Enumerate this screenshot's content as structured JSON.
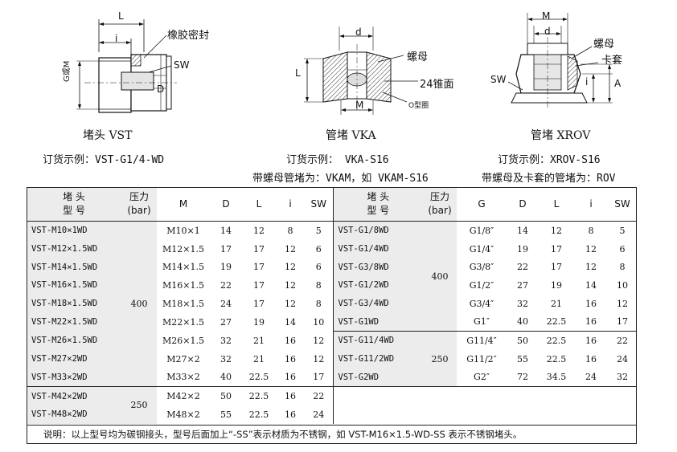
{
  "figures": {
    "vst": {
      "caption": "堵头 VST",
      "order": "订货示例：VST-G1/4-WD",
      "labels": {
        "L": "L",
        "i": "i",
        "seal": "橡胶密封",
        "sw": "SW",
        "d": "D",
        "g": "G或M"
      }
    },
    "vka": {
      "caption": "管堵 VKA",
      "order": "订货示例：  VKA-S16",
      "order2": "带螺母管堵为：VKAM，如 VKAM-S16",
      "labels": {
        "d": "d",
        "nut": "螺母",
        "cone": "24锥面",
        "L": "L",
        "M": "M",
        "oring": "O型圈"
      }
    },
    "xrov": {
      "caption": "管堵 XROV",
      "order": "订货示例：XROV-S16",
      "order2": "带螺母及卡套的管堵为：ROV",
      "labels": {
        "M": "M",
        "d": "d",
        "nut": "螺母",
        "ferrule": "卡套",
        "sw": "SW",
        "i": "i",
        "A": "A"
      }
    }
  },
  "table": {
    "left_headers": {
      "model_line1": "堵  头",
      "model_line2": "型  号",
      "pressure_line1": "压力",
      "pressure_line2": "(bar)",
      "M": "M",
      "D": "D",
      "L": "L",
      "i": "i",
      "SW": "SW"
    },
    "right_headers": {
      "model_line1": "堵  头",
      "model_line2": "型  号",
      "pressure_line1": "压力",
      "pressure_line2": "(bar)",
      "G": "G",
      "D": "D",
      "L": "L",
      "i": "i",
      "SW": "SW"
    },
    "left_pressures": [
      "400",
      "250"
    ],
    "right_pressures": [
      "400",
      "250"
    ],
    "left_rows": [
      [
        "VST-M10×1WD",
        "M10×1",
        "14",
        "12",
        "8",
        "5"
      ],
      [
        "VST-M12×1.5WD",
        "M12×1.5",
        "17",
        "17",
        "12",
        "6"
      ],
      [
        "VST-M14×1.5WD",
        "M14×1.5",
        "19",
        "17",
        "12",
        "6"
      ],
      [
        "VST-M16×1.5WD",
        "M16×1.5",
        "22",
        "17",
        "12",
        "8"
      ],
      [
        "VST-M18×1.5WD",
        "M18×1.5",
        "24",
        "17",
        "12",
        "8"
      ],
      [
        "VST-M22×1.5WD",
        "M22×1.5",
        "27",
        "19",
        "14",
        "10"
      ],
      [
        "VST-M26×1.5WD",
        "M26×1.5",
        "32",
        "21",
        "16",
        "12"
      ],
      [
        "VST-M27×2WD",
        "M27×2",
        "32",
        "21",
        "16",
        "12"
      ],
      [
        "VST-M33×2WD",
        "M33×2",
        "40",
        "22.5",
        "16",
        "17"
      ],
      [
        "VST-M42×2WD",
        "M42×2",
        "50",
        "22.5",
        "16",
        "22"
      ],
      [
        "VST-M48×2WD",
        "M48×2",
        "55",
        "22.5",
        "16",
        "24"
      ]
    ],
    "right_rows": [
      [
        "VST-G1/8WD",
        "G1/8″",
        "14",
        "12",
        "8",
        "5"
      ],
      [
        "VST-G1/4WD",
        "G1/4″",
        "19",
        "17",
        "12",
        "6"
      ],
      [
        "VST-G3/8WD",
        "G3/8″",
        "22",
        "17",
        "12",
        "8"
      ],
      [
        "VST-G1/2WD",
        "G1/2″",
        "27",
        "19",
        "14",
        "10"
      ],
      [
        "VST-G3/4WD",
        "G3/4″",
        "32",
        "21",
        "16",
        "12"
      ],
      [
        "VST-G1WD",
        "G1″",
        "40",
        "22.5",
        "16",
        "17"
      ],
      [
        "VST-G11/4WD",
        "G11/4″",
        "50",
        "22.5",
        "16",
        "22"
      ],
      [
        "VST-G11/2WD",
        "G11/2″",
        "55",
        "22.5",
        "16",
        "24"
      ],
      [
        "VST-G2WD",
        "G2″",
        "72",
        "34.5",
        "24",
        "32"
      ]
    ],
    "note": "说明：以上型号均为碳钢接头，型号后面加上“-SS”表示材质为不锈钢，如 VST-M16×1.5-WD-SS 表示不锈钢堵头。"
  }
}
